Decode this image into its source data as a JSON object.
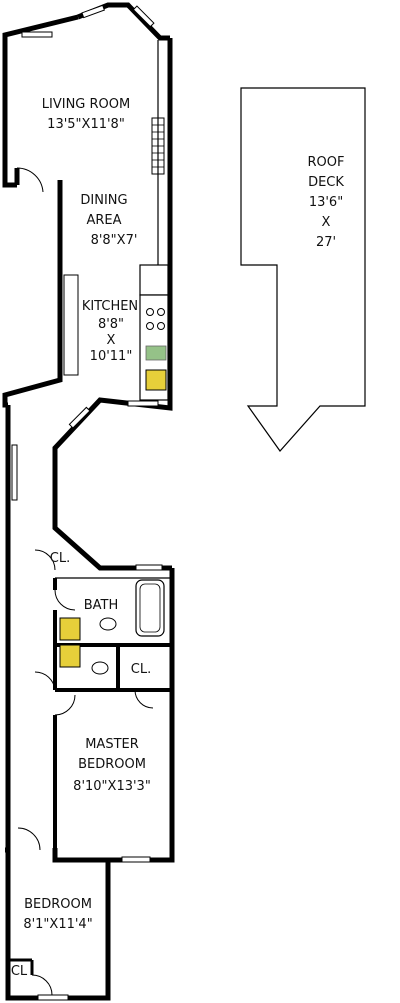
{
  "rooms": {
    "living_room": {
      "name": "LIVING ROOM",
      "dims": "13'5\"X11'8\""
    },
    "dining_area": {
      "name_line1": "DINING",
      "name_line2": "AREA",
      "dims": "8'8\"X7'"
    },
    "kitchen": {
      "name": "KITCHEN",
      "dims_line1": "8'8\"",
      "dims_sep": "X",
      "dims_line2": "10'11\""
    },
    "roof_deck": {
      "name_line1": "ROOF",
      "name_line2": "DECK",
      "dims_line1": "13'6\"",
      "dims_sep": "X",
      "dims_line2": "27'"
    },
    "bath": {
      "name": "BATH"
    },
    "closet_hall": {
      "name": "CL."
    },
    "closet_bath": {
      "name": "CL."
    },
    "closet_bedroom": {
      "name": "CL"
    },
    "master_bedroom": {
      "name_line1": "MASTER",
      "name_line2": "BEDROOM",
      "dims": "8'10\"X13'3\""
    },
    "bedroom": {
      "name": "BEDROOM",
      "dims": "8'1\"X11'4\""
    }
  },
  "colors": {
    "wall": "#000000",
    "fixture_green": "#4f9a3a",
    "fixture_yellow": "#e6cf3a"
  }
}
